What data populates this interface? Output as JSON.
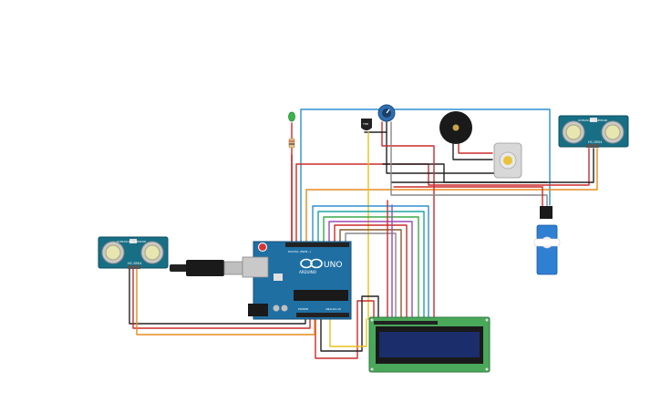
{
  "board": {
    "logo_text": "UNO",
    "brand_text": "ARDUINO",
    "header_labels": [
      "DIGITAL (PWM~)",
      "POWER",
      "ANALOG IN"
    ]
  },
  "sensors": {
    "model": "HC-SR04",
    "caption": "ULTRASONIC SENSOR"
  },
  "lcd": {
    "text": ""
  },
  "colors": {
    "board": "#1f6fa3",
    "sensor": "#176f86",
    "lcd_pcb": "#4aa85a",
    "lcd_screen": "#1b2e6b",
    "wire_red": "#cc2b2b",
    "wire_black": "#222222",
    "wire_orange": "#e58a1f",
    "wire_yellow": "#e6c21a",
    "wire_green": "#3aa84a",
    "wire_blue": "#2f8fd1",
    "wire_purple": "#9b4bb0",
    "wire_brown": "#8a5a2b",
    "wire_gray": "#888888",
    "wire_teal": "#1fa3a3"
  }
}
